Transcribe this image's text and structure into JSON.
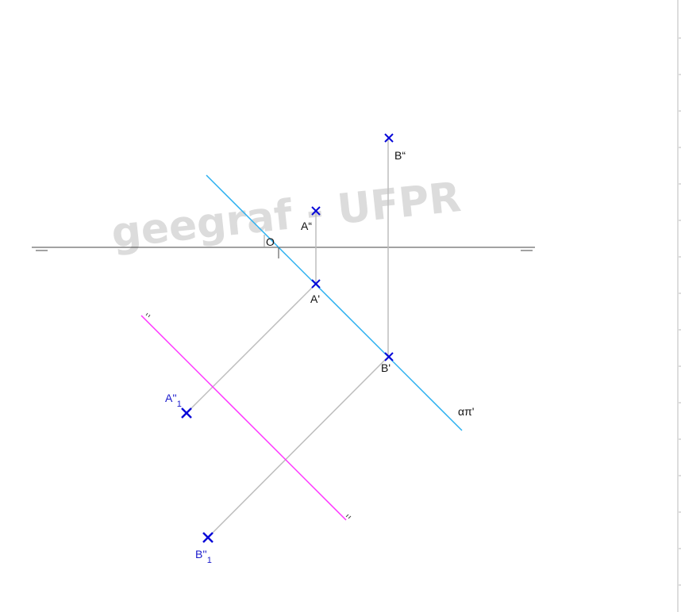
{
  "watermark": "geegraf - UFPR",
  "colors": {
    "construction": "#bdbdbd",
    "ground_line": "#444444",
    "plane_trace": "#2ab0f0",
    "auxiliary_line": "#ff33ff",
    "point_marker": "#0a0ad8",
    "label": "#111111",
    "label_aux": "#1a1acc"
  },
  "labels": {
    "origin": "O",
    "a_v": "A“",
    "a_h": "A'",
    "b_v": "B“",
    "b_h": "B'",
    "a_new": "A''",
    "a_new_sub": "1",
    "b_new": "B''",
    "b_new_sub": "1",
    "trace": "απ'"
  }
}
